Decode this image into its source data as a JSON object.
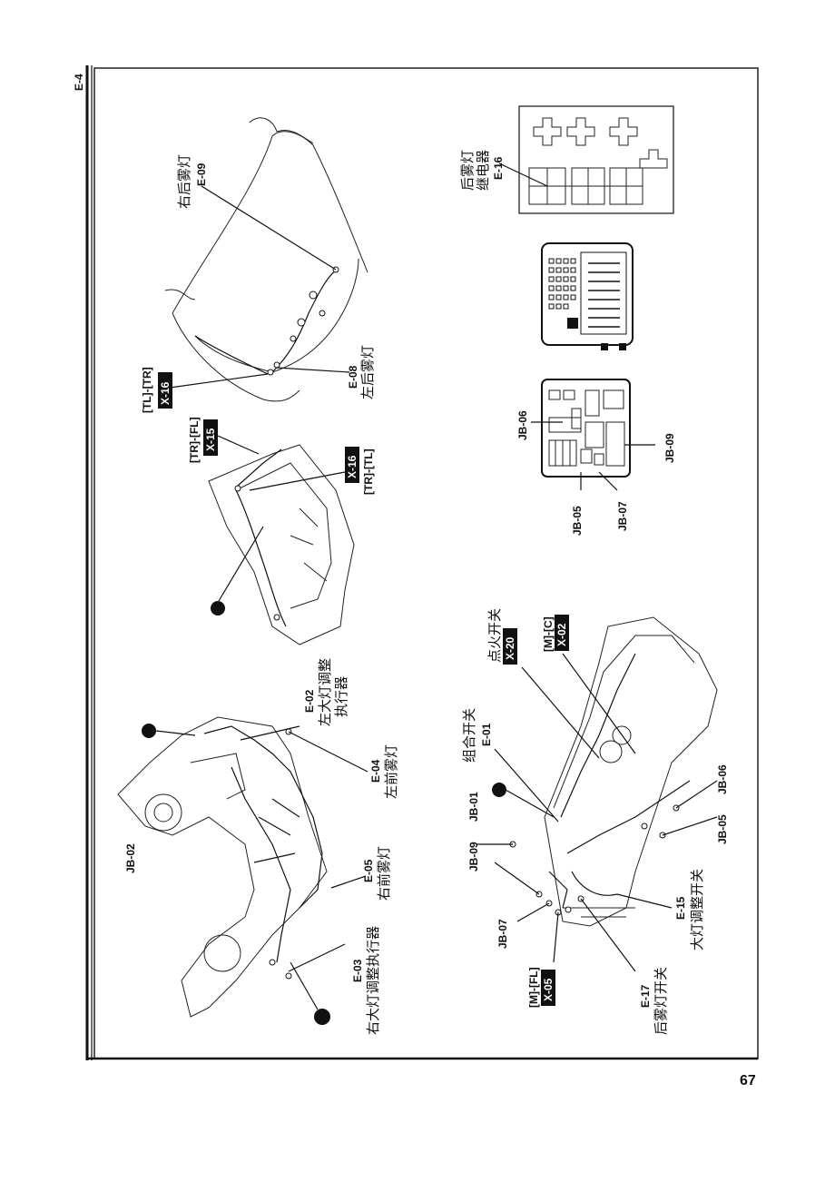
{
  "header": {
    "section_code": "E-4"
  },
  "footer": {
    "page_number": "67"
  },
  "labels": {
    "e09_name": "右后雾灯",
    "e09_code": "E-09",
    "tl_tr": "[TL]-[TR]",
    "x16_a": "X-16",
    "e08_code": "E-08",
    "e08_name": "左后雾灯",
    "tr_fl": "[TR]-[FL]",
    "x15": "X-15",
    "x16_b": "X-16",
    "tr_tl": "[TR]-[TL]",
    "e16_name_1": "后雾灯",
    "e16_name_2": "继电器",
    "e16_code": "E-16",
    "jb06_a": "JB-06",
    "jb05_a": "JB-05",
    "jb07_a": "JB-07",
    "jb09_a": "JB-09",
    "e02_code": "E-02",
    "e02_name_1": "左大灯调整",
    "e02_name_2": "执行器",
    "e04_code": "E-04",
    "e04_name": "左前雾灯",
    "jb02": "JB-02",
    "e05_code": "E-05",
    "e05_name": "右前雾灯",
    "e03_code": "E-03",
    "e03_name": "右大灯调整执行器",
    "ignition_name": "点火开关",
    "x20": "X-20",
    "mc": "[M]-[C]",
    "x02": "X-02",
    "combo_name": "组合开关",
    "e01_code": "E-01",
    "jb01": "JB-01",
    "jb09_b": "JB-09",
    "jb06_b": "JB-06",
    "jb05_b": "JB-05",
    "e15_code": "E-15",
    "e15_name": "大灯调整开关",
    "jb07_b": "JB-07",
    "mfl": "[M]-[FL]",
    "x05": "X-05",
    "e17_code": "E-17",
    "e17_name": "后雾灯开关"
  }
}
